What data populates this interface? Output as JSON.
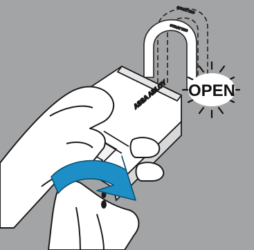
{
  "illustration": {
    "background_color": "#a3a4a6",
    "accent_color": "#1d8fc6",
    "callout": {
      "label": "OPEN",
      "icon": "burst-icon"
    },
    "lock": {
      "brand_text": "ASSA ABLOY"
    },
    "shackle": {
      "engraved_text_front": "STRATTEC",
      "engraved_text_back": "STRATTEC"
    },
    "action_arrow": {
      "icon": "rotate-arrow-icon",
      "direction": "clockwise"
    }
  }
}
